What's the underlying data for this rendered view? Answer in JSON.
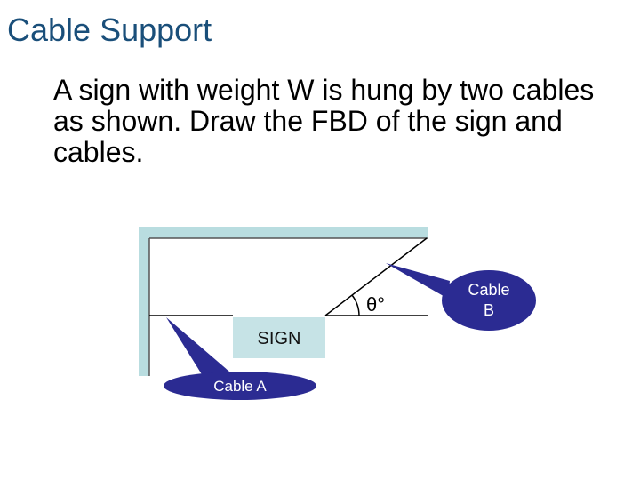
{
  "slide": {
    "title": "Cable Support",
    "body": "A sign with weight W is hung by two cables as shown. Draw the FBD of the sign and cables."
  },
  "diagram": {
    "sign_label": "SIGN",
    "angle_label": "θ°",
    "callout_a": "Cable A",
    "callout_b_line1": "Cable",
    "callout_b_line2": "B",
    "colors": {
      "wall": "#b9dde0",
      "sign": "#c6e3e6",
      "callout": "#2b2b92",
      "line": "#000000"
    }
  }
}
